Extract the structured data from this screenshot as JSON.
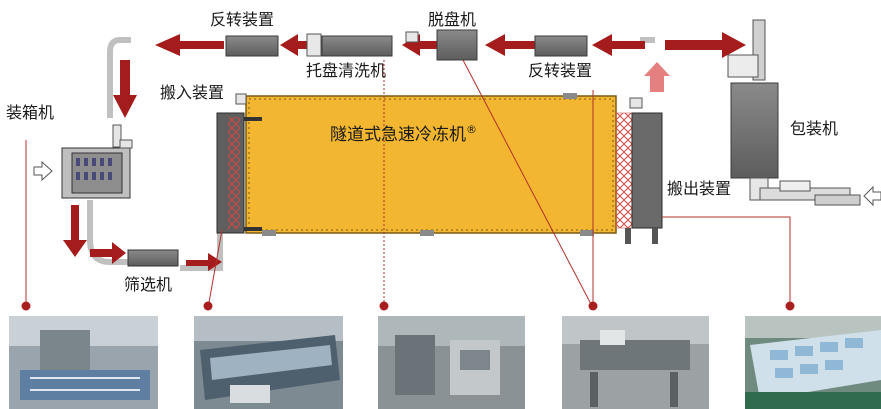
{
  "labels": {
    "reverse_device_top": "反转装置",
    "depanner": "脱盘机",
    "tray_washer": "托盘清洗机",
    "reverse_device_right": "反转装置",
    "carry_in_device": "搬入装置",
    "boxing_machine": "装箱机",
    "packing_machine": "包装机",
    "carry_out_device": "搬出装置",
    "sieving_machine": "筛选机",
    "freezer_title": "隧道式急速冷冻机",
    "registered_mark": "®"
  },
  "colors": {
    "flow_arrow": "#a51c1c",
    "freezer_fill": "#f2b630",
    "freezer_border": "#7a5a12",
    "machine_gray": "#6f6f6f",
    "pointer_line": "#b3302a",
    "marker_dot": "#a8201e",
    "return_arrow": "#e06a6a"
  },
  "icons": {
    "input_arrow_left": "outline-arrow-right-icon",
    "input_arrow_right": "outline-arrow-left-icon"
  },
  "photos": [
    {
      "name": "photo-boxing-machine"
    },
    {
      "name": "photo-carry-in-device"
    },
    {
      "name": "photo-tray-washer"
    },
    {
      "name": "photo-depanner"
    },
    {
      "name": "photo-carry-out-device"
    }
  ]
}
